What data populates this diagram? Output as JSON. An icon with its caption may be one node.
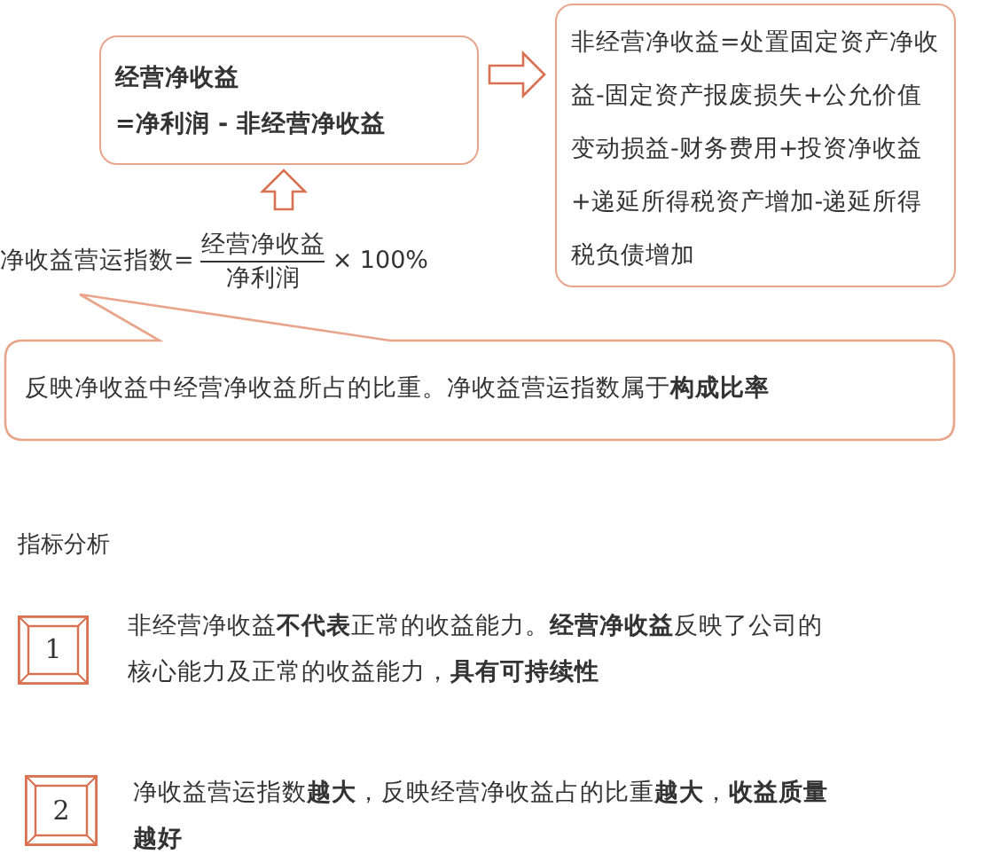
{
  "diagram": {
    "nodes": [
      {
        "text": [
          "经营净收益",
          "=净利润 - 非经营净收益"
        ]
      },
      {
        "text": [
          "非经营净收益=处置固定资产净收益-固定资产报废损失+公允价值变动损益-财务费用+投资净收益+递延所得税资产增加-递延所得税负债增加"
        ]
      },
      {
        "text": [
          "净收益营运指数=",
          "经营净收益",
          "净利润",
          "× 100%"
        ]
      },
      {
        "text": [
          "反映净收益中经营净收益所占的比重。净收益营运指数属于**构成比率**"
        ]
      },
      {
        "text": [
          "1"
        ],
        "beside": [
          "非经营净收益**不代表**正常的收益能力。**经营净收益**反映了公司的核心能力及正常的收益能力，**具有可持续性**"
        ]
      },
      {
        "text": [
          "2"
        ],
        "beside": [
          "净收益营运指数**越大**，反映经营净收益占的比重**越大**，**收益质量越好**"
        ]
      }
    ],
    "edges": [
      {
        "from": 0,
        "to": 1,
        "arrow": "to"
      },
      {
        "from": 2,
        "to": 0,
        "arrow": "to"
      }
    ],
    "labels": [
      "指标分析"
    ]
  }
}
